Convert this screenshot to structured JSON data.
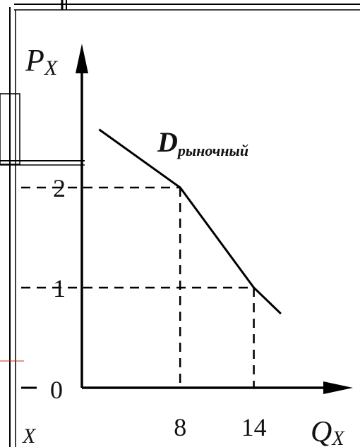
{
  "chart_data": {
    "type": "line",
    "title": "",
    "xlabel": {
      "main": "Q",
      "sub": "X"
    },
    "ylabel": {
      "main": "P",
      "sub": "X"
    },
    "origin_label": "0",
    "xlim": [
      0,
      19
    ],
    "ylim": [
      0,
      3
    ],
    "x_ticks": [
      {
        "value": 8,
        "label": "8"
      },
      {
        "value": 14,
        "label": "14"
      }
    ],
    "y_ticks": [
      {
        "value": 1,
        "label": "1"
      },
      {
        "value": 2,
        "label": "2"
      }
    ],
    "series": [
      {
        "name": {
          "main": "D",
          "sub": "рыночный"
        },
        "points": [
          {
            "x": 1.4,
            "y": 2.58
          },
          {
            "x": 8,
            "y": 2
          },
          {
            "x": 14,
            "y": 1
          },
          {
            "x": 16.2,
            "y": 0.74
          }
        ]
      }
    ],
    "reference_points": [
      {
        "x": 8,
        "y": 2
      },
      {
        "x": 14,
        "y": 1
      }
    ],
    "grid": false,
    "frame_fragment_label": "X"
  }
}
